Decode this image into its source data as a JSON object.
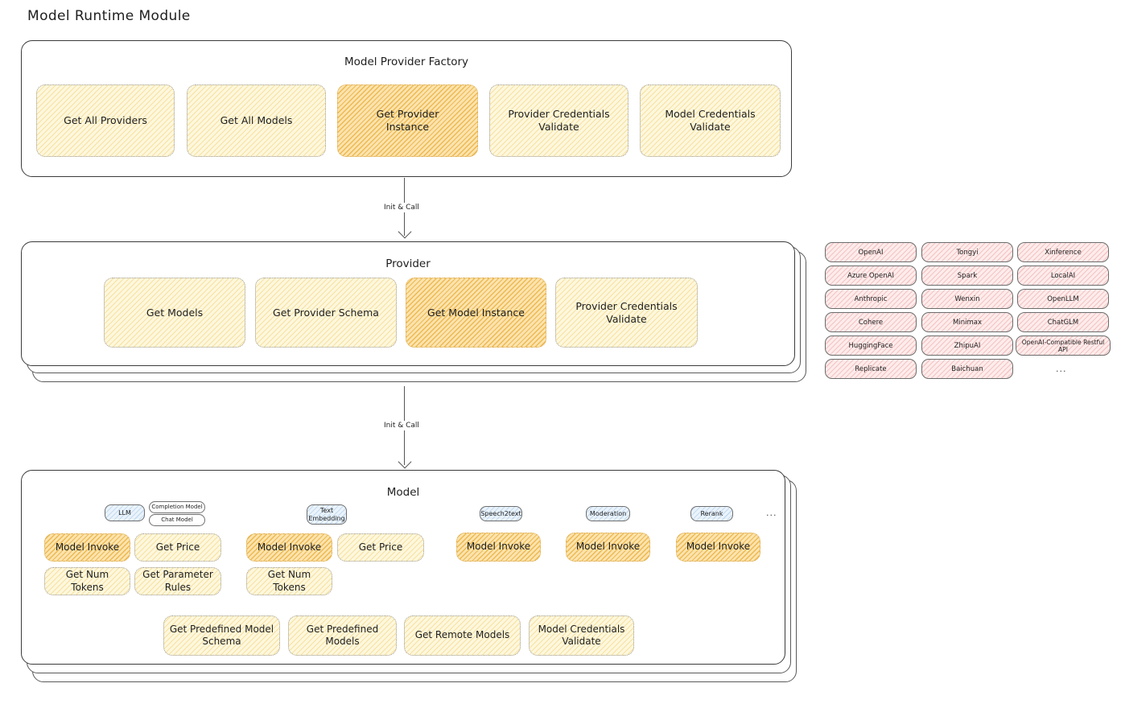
{
  "page": {
    "title": "Model Runtime Module"
  },
  "sections": {
    "factory": {
      "title": "Model Provider Factory",
      "boxes": [
        {
          "label": "Get All Providers",
          "highlight": false
        },
        {
          "label": "Get All Models",
          "highlight": false
        },
        {
          "label": "Get Provider\nInstance",
          "highlight": true
        },
        {
          "label": "Provider Credentials\nValidate",
          "highlight": false
        },
        {
          "label": "Model Credentials\nValidate",
          "highlight": false
        }
      ]
    },
    "provider": {
      "title": "Provider",
      "boxes": [
        {
          "label": "Get Models",
          "highlight": false
        },
        {
          "label": "Get Provider Schema",
          "highlight": false
        },
        {
          "label": "Get Model Instance",
          "highlight": true
        },
        {
          "label": "Provider Credentials\nValidate",
          "highlight": false
        }
      ]
    },
    "model": {
      "title": "Model",
      "type_badges": [
        {
          "label": "LLM"
        },
        {
          "label": "Text\nEmbedding"
        },
        {
          "label": "Speech2text"
        },
        {
          "label": "Moderation"
        },
        {
          "label": "Rerank"
        }
      ],
      "llm_subtypes": [
        {
          "label": "Completion Model"
        },
        {
          "label": "Chat Model"
        }
      ],
      "badge_ellipsis": "...",
      "columns": [
        {
          "boxes": [
            {
              "label": "Model Invoke",
              "highlight": true
            },
            {
              "label": "Get Price",
              "highlight": false
            },
            {
              "label": "Get Num Tokens",
              "highlight": false
            },
            {
              "label": "Get Parameter\nRules",
              "highlight": false
            }
          ]
        },
        {
          "boxes": [
            {
              "label": "Model Invoke",
              "highlight": true
            },
            {
              "label": "Get Price",
              "highlight": false
            },
            {
              "label": "Get Num Tokens",
              "highlight": false
            }
          ]
        },
        {
          "boxes": [
            {
              "label": "Model Invoke",
              "highlight": true
            }
          ]
        },
        {
          "boxes": [
            {
              "label": "Model Invoke",
              "highlight": true
            }
          ]
        },
        {
          "boxes": [
            {
              "label": "Model Invoke",
              "highlight": true
            }
          ]
        }
      ],
      "common_boxes": [
        {
          "label": "Get Predefined Model\nSchema",
          "highlight": false
        },
        {
          "label": "Get Predefined\nModels",
          "highlight": false
        },
        {
          "label": "Get Remote Models",
          "highlight": false
        },
        {
          "label": "Model Credentials\nValidate",
          "highlight": false
        }
      ]
    }
  },
  "arrows": [
    {
      "label": "Init & Call"
    },
    {
      "label": "Init & Call"
    }
  ],
  "provider_list": {
    "columns": [
      [
        "OpenAI",
        "Azure OpenAI",
        "Anthropic",
        "Cohere",
        "HuggingFace",
        "Replicate"
      ],
      [
        "Tongyi",
        "Spark",
        "Wenxin",
        "Minimax",
        "ZhipuAI",
        "Baichuan"
      ],
      [
        "Xinference",
        "LocalAI",
        "OpenLLM",
        "ChatGLM",
        "OpenAI-Compatible Restful API"
      ]
    ],
    "ellipsis": "..."
  },
  "colors": {
    "node_fill": "#fdf7dd",
    "node_highlight_fill": "#fbe3ae",
    "chip_fill": "#fdeceb",
    "badge_fill": "#eaf3fb",
    "stroke": "#1e1e1e"
  }
}
